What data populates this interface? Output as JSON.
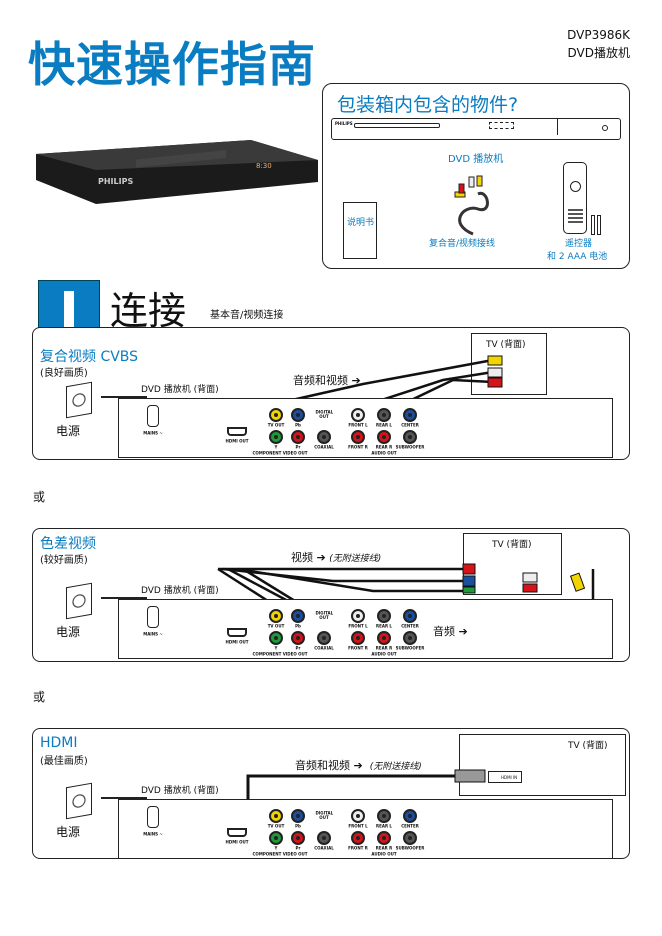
{
  "header": {
    "title": "快速操作指南",
    "model": "DVP3986K",
    "product": "DVD播放机"
  },
  "box": {
    "title": "包装箱内包含的物件?",
    "player": "DVD 播放机",
    "manual": "说明书",
    "cable": "复合音/视频接线",
    "remote": "遥控器",
    "batteries": "和 2 AAA 电池",
    "brand": "PHILIPS"
  },
  "section": {
    "number": "I",
    "title": "连接",
    "subtitle": "基本音/视频连接"
  },
  "or_label": "或",
  "common": {
    "power": "电源",
    "rear_label": "DVD 播放机 (背面)",
    "tv_label": "TV (背面)"
  },
  "panels": [
    {
      "title": "复合视频 CVBS",
      "subtitle": "(良好画质)",
      "cable_label": "音频和视频"
    },
    {
      "title": "色差视频",
      "subtitle": "(较好画质)",
      "cable_label": "视频",
      "note": "(无附送接线)",
      "audio_label": "音频"
    },
    {
      "title": "HDMI",
      "subtitle": "(最佳画质)",
      "cable_label": "音频和视频",
      "note": "(无附送接线)"
    }
  ],
  "ports": {
    "mains": "MAINS ~",
    "hdmi": "HDMI OUT",
    "tv_out": "TV OUT",
    "pb": "Pb",
    "y": "Y",
    "pr": "Pr",
    "digital": "DIGITAL OUT",
    "coaxial": "COAXIAL",
    "front_l": "FRONT L",
    "rear_l": "REAR L",
    "center": "CENTER",
    "front_r": "FRONT R",
    "rear_r": "REAR R",
    "sub": "SUBWOOFER",
    "audio_out": "AUDIO OUT",
    "component": "COMPONENT VIDEO OUT",
    "tv_hdmi": "HDMI IN"
  },
  "colors": {
    "accent": "#0a7cc1",
    "yellow": "#f2d500",
    "red": "#d5141a",
    "white": "#eeeeee",
    "blue": "#1a4fa0",
    "green": "#1d9a3a",
    "gray": "#555555"
  }
}
